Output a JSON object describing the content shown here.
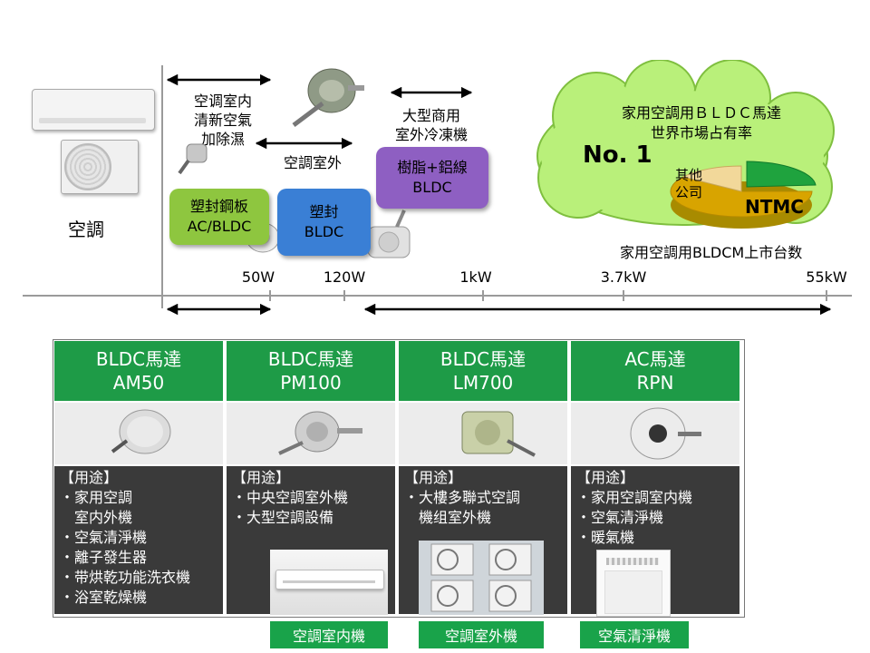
{
  "left_label": "空調",
  "range_labels": {
    "indoor": [
      "空调室内",
      "清新空氣",
      "加除濕"
    ],
    "outdoor": "空調室外",
    "commercial": [
      "大型商用",
      "室外冷凍機"
    ]
  },
  "boxes": {
    "green": {
      "line1": "塑封鋼板",
      "line2": "AC/BLDC",
      "color": "#8ec63f"
    },
    "blue": {
      "line1": "塑封",
      "line2": "BLDC",
      "color": "#3a7fd5"
    },
    "purple": {
      "line1": "樹脂+鋁線",
      "line2": "BLDC",
      "color": "#8e5fc2"
    }
  },
  "axis_ticks": [
    "50W",
    "120W",
    "1kW",
    "3.7kW",
    "55kW"
  ],
  "cloud": {
    "title_line1": "家用空調用ＢＬＤＣ馬達",
    "title_line2": "世界市場占有率",
    "rank": "No. 1",
    "other_line1": "其他",
    "other_line2": "公司",
    "ntmc": "NTMC",
    "caption": "家用空調用BLDCM上市台数",
    "bg_color": "#b9f07a"
  },
  "table": {
    "header_color": "#1e9b47",
    "columns": [
      {
        "line1": "BLDC馬達",
        "line2": "AM50",
        "use_title": "【用途】",
        "items": [
          "・家用空調",
          "　室内外機",
          "・空氣清淨機",
          "・離子發生器",
          "・带烘乾功能洗衣機",
          "・浴室乾燥機"
        ]
      },
      {
        "line1": "BLDC馬達",
        "line2": "PM100",
        "use_title": "【用途】",
        "items": [
          "・中央空調室外機",
          "・大型空調設備"
        ]
      },
      {
        "line1": "BLDC馬達",
        "line2": "LM700",
        "use_title": "【用途】",
        "items": [
          "・大樓多聯式空調",
          "　機组室外機"
        ]
      },
      {
        "line1": "AC馬達",
        "line2": "RPN",
        "use_title": "【用途】",
        "items": [
          "・家用空調室内機",
          "・空氣清淨機",
          "・暖氣機"
        ]
      }
    ]
  },
  "tags": [
    "空調室内機",
    "空調室外機",
    "空氣清淨機"
  ]
}
